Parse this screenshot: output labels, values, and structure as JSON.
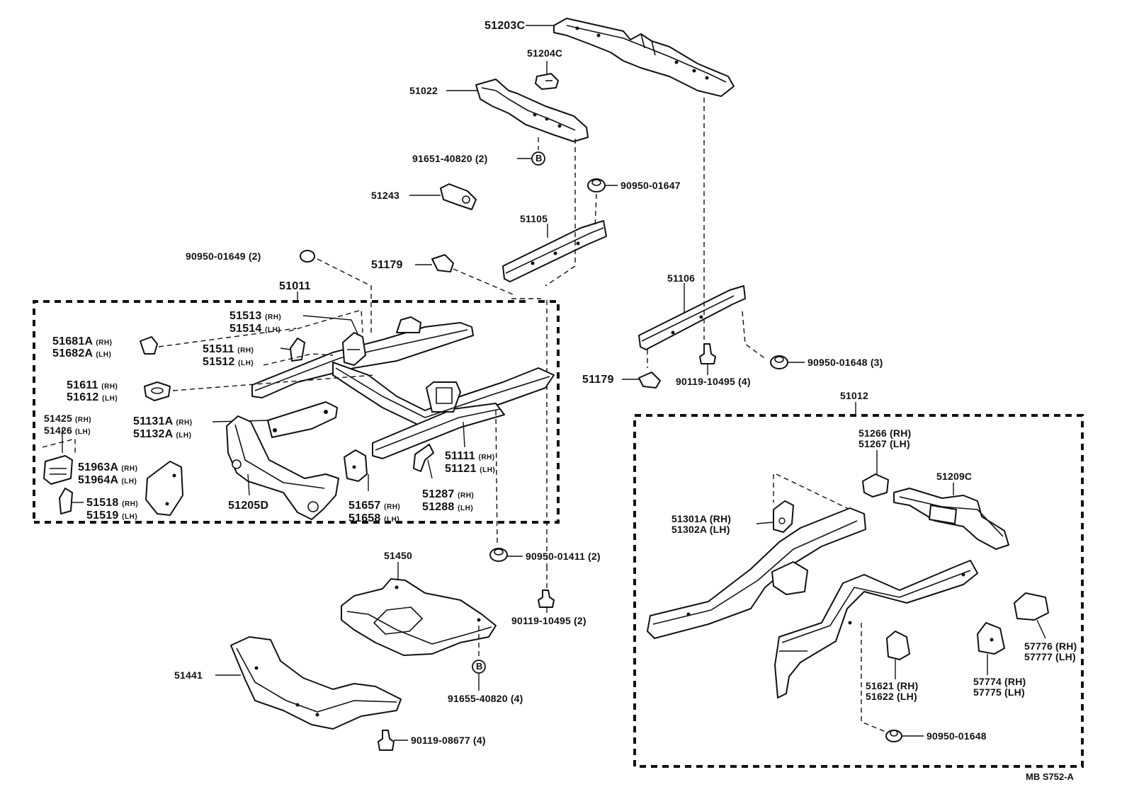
{
  "diagram": {
    "parts": {
      "p51203C": "51203C",
      "p51204C": "51204C",
      "p51022": "51022",
      "p91651": "91651-40820 (2)",
      "p51243": "51243",
      "p90950_01647": "90950-01647",
      "p51105": "51105",
      "p90950_01649": "90950-01649 (2)",
      "p51179_top": "51179",
      "p51011": "51011",
      "p51106": "51106",
      "p51179_right": "51179",
      "p90119_10495_4": "90119-10495 (4)",
      "p90950_01648_3": "90950-01648 (3)",
      "p51513": "51513",
      "p51514": "51514",
      "p51681A": "51681A",
      "p51682A": "51682A",
      "p51511": "51511",
      "p51512": "51512",
      "p51611": "51611",
      "p51612": "51612",
      "p51425": "51425",
      "p51426": "51426",
      "p51131A": "51131A",
      "p51132A": "51132A",
      "p51963A": "51963A",
      "p51964A": "51964A",
      "p51518": "51518",
      "p51519": "51519",
      "p51205D": "51205D",
      "p51111": "51111",
      "p51121": "51121",
      "p51657": "51657",
      "p51658": "51658",
      "p51287": "51287",
      "p51288": "51288",
      "p51450": "51450",
      "p90950_01411": "90950-01411 (2)",
      "p90119_10495_2": "90119-10495 (2)",
      "p91655": "91655-40820 (4)",
      "p51441": "51441",
      "p90119_08677": "90119-08677 (4)",
      "p51012": "51012",
      "p51266": "51266 (RH)",
      "p51267": "51267 (LH)",
      "p51209C": "51209C",
      "p51301A": "51301A (RH)",
      "p51302A": "51302A (LH)",
      "p57776": "57776 (RH)",
      "p57777": "57777 (LH)",
      "p57774": "57774 (RH)",
      "p57775": "57775 (LH)",
      "p51621": "51621 (RH)",
      "p51622": "51622 (LH)",
      "p90950_01648": "90950-01648"
    },
    "side_rh": "(RH)",
    "side_lh": "(LH)",
    "marker_b": "B",
    "reference_code": "MB  S752-A"
  }
}
